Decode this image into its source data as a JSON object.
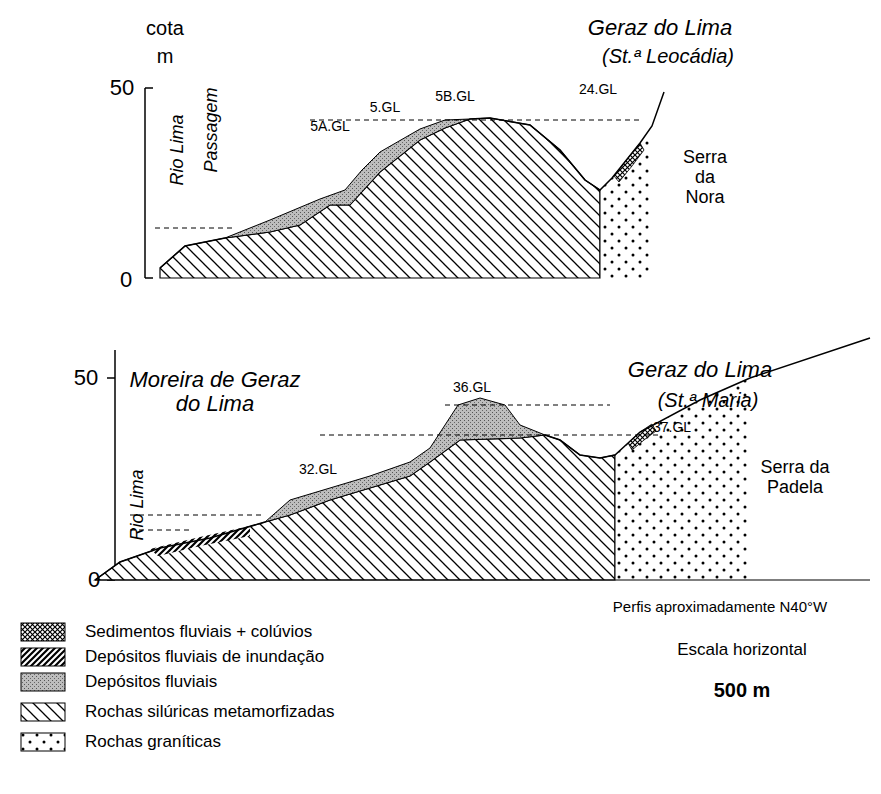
{
  "diagram": {
    "labels": [
      "cota",
      "m",
      "50",
      "0",
      "Rio Lima",
      "Passagem",
      "5A.GL",
      "5.GL",
      "5B.GL",
      "24.GL",
      "Geraz do Lima",
      "(St.ª Leocádia)",
      "Serra da Nora",
      "50",
      "0",
      "Rio Lima",
      "Moreira de Geraz do Lima",
      "36.GL",
      "32.GL",
      "Geraz do Lima",
      "(St.ª Maria)",
      "37.GL",
      "Serra da Padela",
      "Perfis aproximadamente N40°W",
      "Escala horizontal",
      "500 m"
    ],
    "legend": [
      {
        "text": "Sedimentos fluviais + colúvios"
      },
      {
        "text": "Depósitos fluviais de inundação"
      },
      {
        "text": "Depósitos fluviais"
      },
      {
        "text": "Rochas silúricas metamorfizadas"
      },
      {
        "text": "Rochas graníticas"
      }
    ]
  }
}
